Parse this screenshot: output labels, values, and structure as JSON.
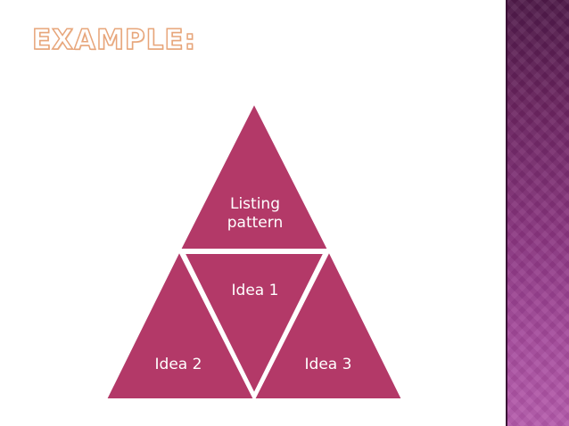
{
  "slide": {
    "title": "EXAMPLE:"
  },
  "diagram": {
    "fill_color": "#b33968",
    "outline_color": "#ffffff",
    "top": {
      "line1": "Listing",
      "line2": "pattern"
    },
    "center": {
      "label": "Idea 1"
    },
    "bottom_left": {
      "label": "Idea 2"
    },
    "bottom_right": {
      "label": "Idea 3"
    }
  },
  "theme": {
    "band_color_top": "#4f1a49",
    "band_color_bottom": "#b45aab",
    "title_outline_color": "#e7a57a"
  }
}
